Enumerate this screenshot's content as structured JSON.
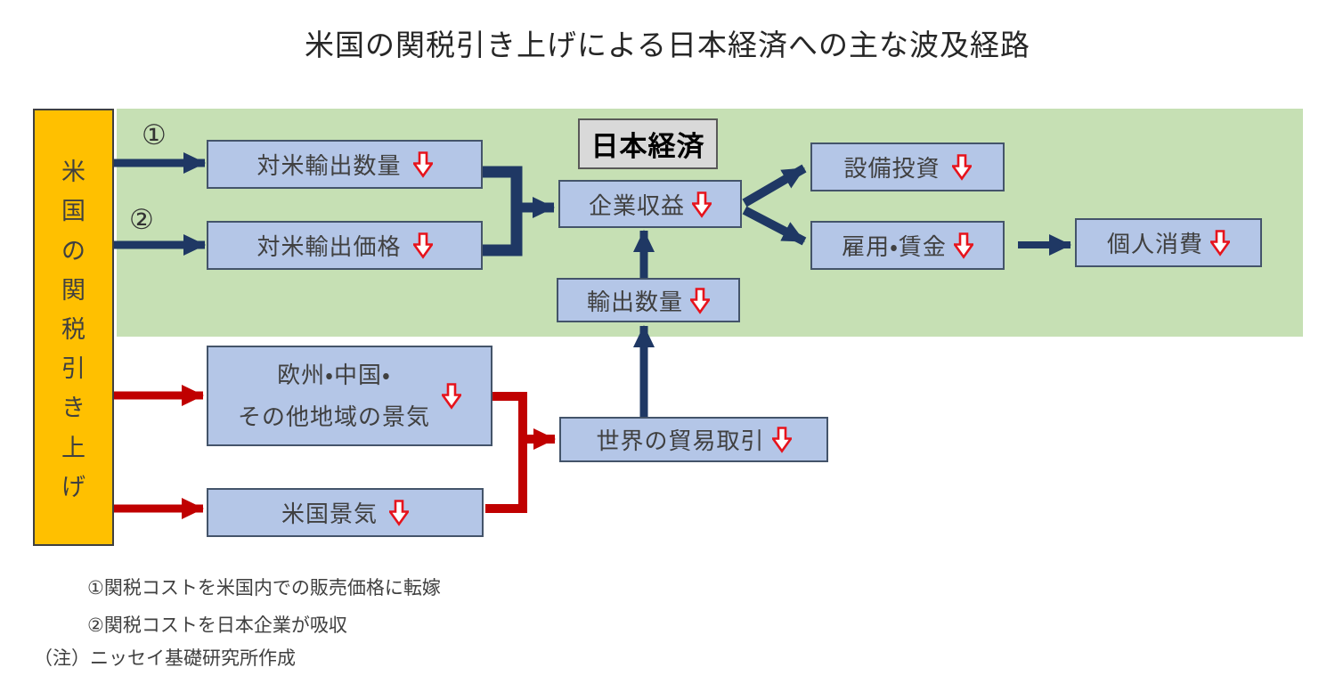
{
  "title": "米国の関税引き上げによる日本経済への主な波及経路",
  "source": {
    "label": "米国の関税引き上げ"
  },
  "region": {
    "label": "日本経済"
  },
  "path_labels": {
    "one": "①",
    "two": "②"
  },
  "nodes": {
    "export_volume_us": "対米輸出数量",
    "export_price_us": "対米輸出価格",
    "corporate_profits": "企業収益",
    "capex": "設備投資",
    "employment_wages": "雇用・賃金",
    "personal_consumption": "個人消費",
    "export_volume": "輸出数量",
    "overseas_line1": "欧州・中国・",
    "overseas_line2": "その他地域の景気",
    "world_trade": "世界の貿易取引",
    "us_economy": "米国景気"
  },
  "notes": [
    "①関税コストを米国内での販売価格に転嫁",
    "②関税コストを日本企業が吸収",
    "（注）ニッセイ基礎研究所作成"
  ],
  "colors": {
    "region_green": "#C6E0B4",
    "node_fill": "#B4C6E7",
    "node_border": "#44546A",
    "source_fill": "#FFC000",
    "navy_arrow": "#1F3864",
    "red_connector": "#C00000",
    "decrease_icon_red": "#E6131C",
    "region_label_fill": "#D9D9D9"
  }
}
